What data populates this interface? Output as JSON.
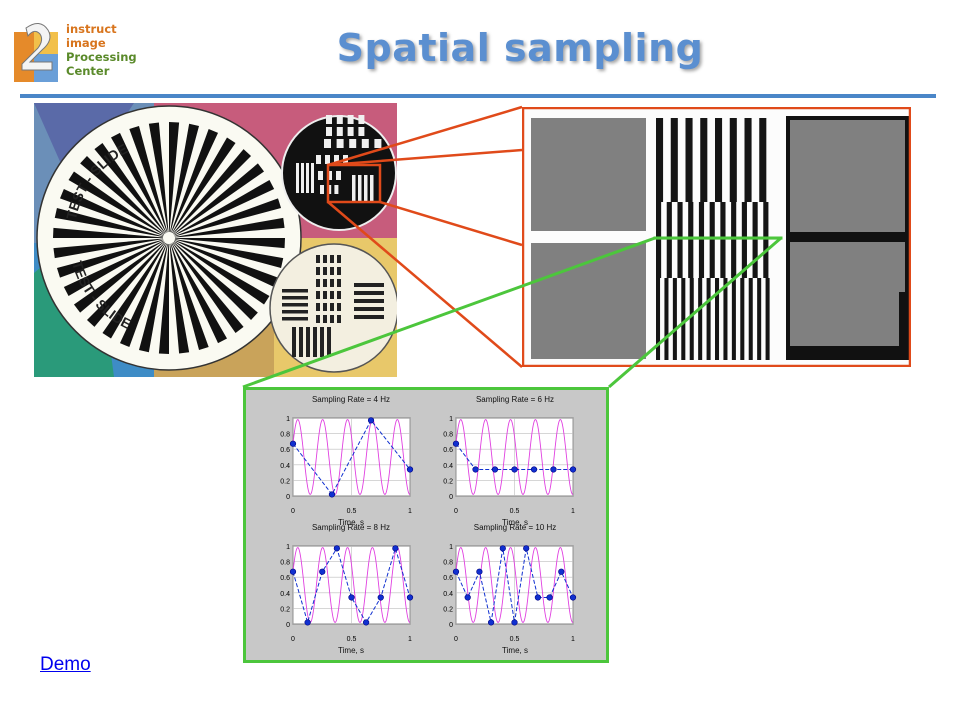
{
  "colors": {
    "title": "#5b8fd0",
    "rule": "#4a86c8",
    "orange_line": "#e04a1a",
    "green_line": "#4cc63c",
    "link": "#0000ee",
    "sine": "#e040e0",
    "samples": "#1030d0"
  },
  "logo": {
    "icon": "instruct-logo-icon",
    "lines": [
      "instruct",
      "image",
      "Processing",
      "Center"
    ]
  },
  "slide": {
    "title": "Spatial sampling",
    "demo_link": "Demo"
  },
  "images": {
    "test_slide": {
      "icon": "test-slide-photo",
      "repeated_text": "TEST - SLIDE"
    },
    "zoom": {
      "icon": "zoomed-bar-pattern"
    }
  },
  "plots": [
    {
      "title": "Sampling Rate = 4 Hz",
      "xlabel": "Time, s",
      "rate": 4
    },
    {
      "title": "Sampling Rate = 6 Hz",
      "xlabel": "Time, s",
      "rate": 6
    },
    {
      "title": "Sampling Rate = 8 Hz",
      "xlabel": "Time, s",
      "rate": 8
    },
    {
      "title": "Sampling Rate = 10 Hz",
      "xlabel": "Time, s",
      "rate": 10
    }
  ],
  "plot_axes": {
    "x_ticks": [
      "0",
      "0.5",
      "1"
    ],
    "y_ticks": [
      "0",
      "0.2",
      "0.4",
      "0.6",
      "0.8",
      "1"
    ],
    "xlim": [
      0,
      1
    ],
    "ylim": [
      0,
      1
    ]
  },
  "chart_data": [
    {
      "type": "line",
      "title": "Sampling Rate = 4 Hz",
      "xlabel": "Time, s",
      "xlim": [
        0,
        1
      ],
      "ylim": [
        0,
        1
      ],
      "x_ticks": [
        0,
        0.5,
        1
      ],
      "y_ticks": [
        0,
        0.2,
        0.4,
        0.6,
        0.8,
        1
      ],
      "grid": true,
      "series": [
        {
          "x": [
            0,
            0.333,
            0.667,
            1.0
          ],
          "values": [
            0.67,
            0.02,
            0.97,
            0.34
          ]
        }
      ]
    },
    {
      "type": "line",
      "title": "Sampling Rate = 6 Hz",
      "xlabel": "Time, s",
      "xlim": [
        0,
        1
      ],
      "ylim": [
        0,
        1
      ],
      "x_ticks": [
        0,
        0.5,
        1
      ],
      "y_ticks": [
        0,
        0.2,
        0.4,
        0.6,
        0.8,
        1
      ],
      "grid": true,
      "series": [
        {
          "x": [
            0,
            0.167,
            0.333,
            0.5,
            0.667,
            0.833,
            1.0
          ],
          "values": [
            0.67,
            0.34,
            0.34,
            0.34,
            0.34,
            0.34,
            0.34
          ]
        }
      ]
    },
    {
      "type": "line",
      "title": "Sampling Rate = 8 Hz",
      "xlabel": "Time, s",
      "xlim": [
        0,
        1
      ],
      "ylim": [
        0,
        1
      ],
      "x_ticks": [
        0,
        0.5,
        1
      ],
      "y_ticks": [
        0,
        0.2,
        0.4,
        0.6,
        0.8,
        1
      ],
      "grid": true,
      "series": [
        {
          "x": [
            0,
            0.125,
            0.25,
            0.375,
            0.5,
            0.625,
            0.75,
            0.875,
            1.0
          ],
          "values": [
            0.67,
            0.02,
            0.67,
            0.97,
            0.34,
            0.02,
            0.34,
            0.97,
            0.34
          ]
        }
      ]
    },
    {
      "type": "line",
      "title": "Sampling Rate = 10 Hz",
      "xlabel": "Time, s",
      "xlim": [
        0,
        1
      ],
      "ylim": [
        0,
        1
      ],
      "x_ticks": [
        0,
        0.5,
        1
      ],
      "y_ticks": [
        0,
        0.2,
        0.4,
        0.6,
        0.8,
        1
      ],
      "grid": true,
      "series": [
        {
          "x": [
            0,
            0.1,
            0.2,
            0.3,
            0.4,
            0.5,
            0.6,
            0.7,
            0.8,
            0.9,
            1.0
          ],
          "values": [
            0.67,
            0.34,
            0.67,
            0.02,
            0.97,
            0.02,
            0.97,
            0.34,
            0.34,
            0.67,
            0.34
          ]
        }
      ]
    }
  ]
}
